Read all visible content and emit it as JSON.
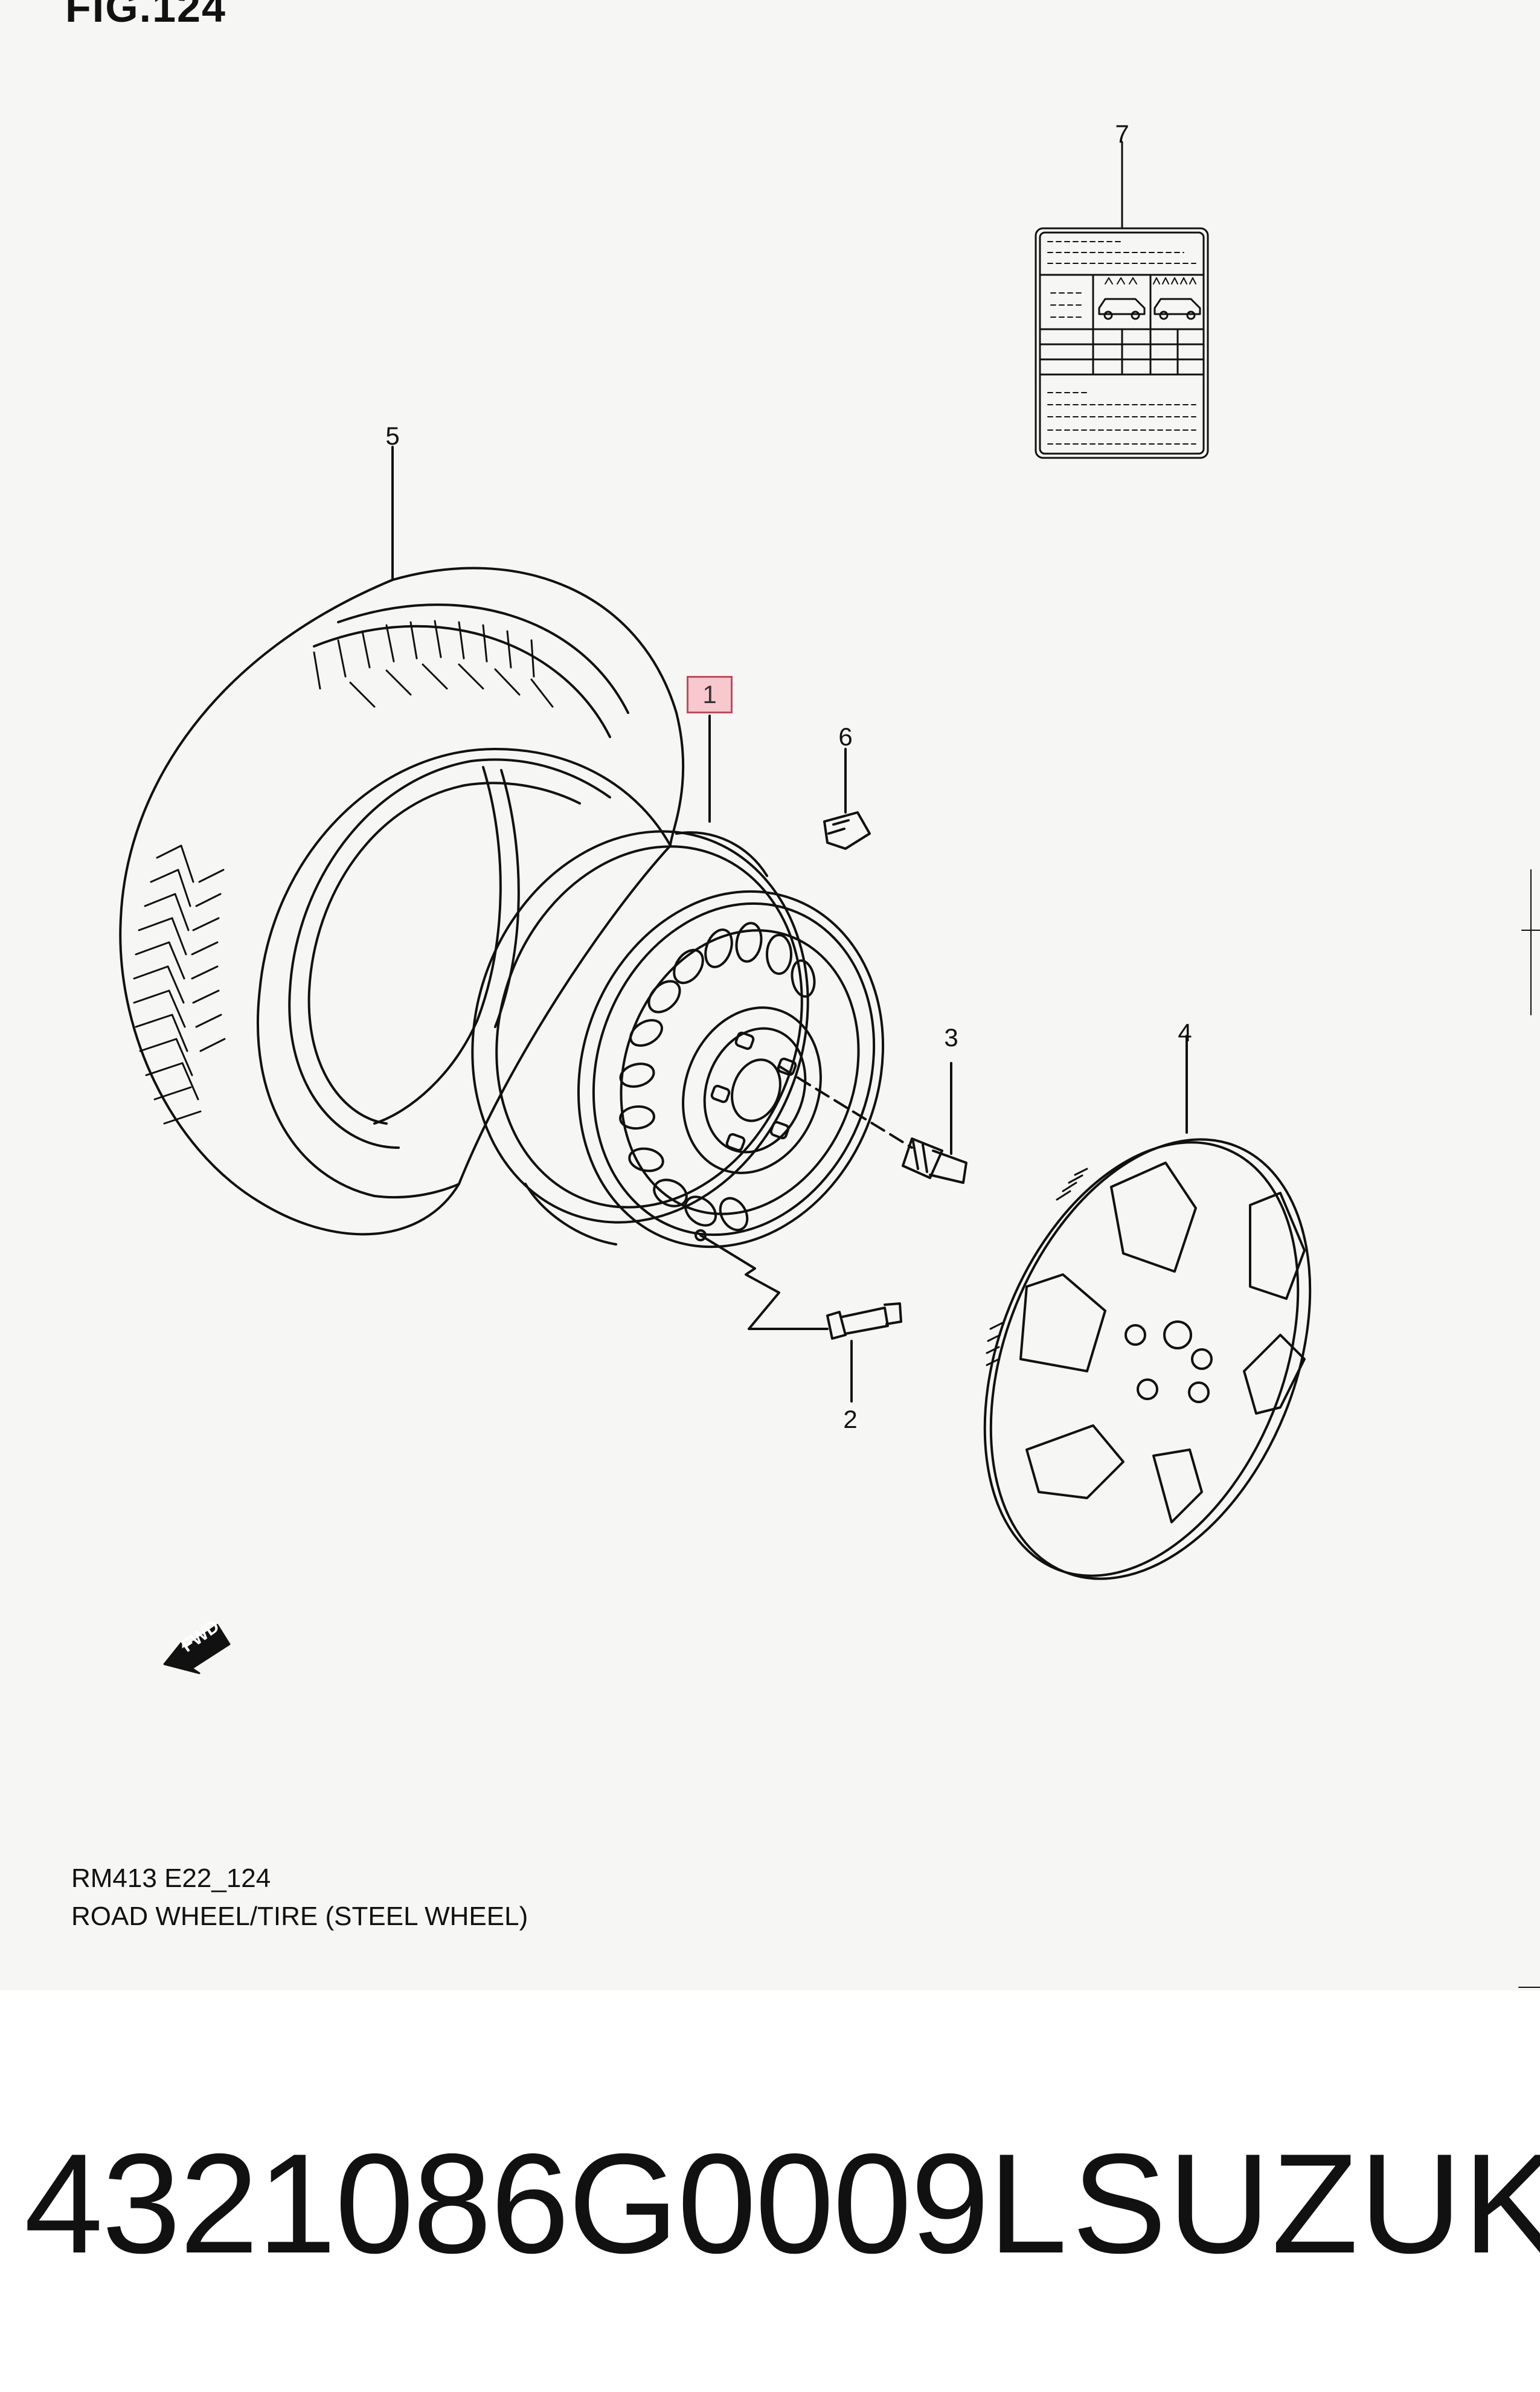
{
  "figure": {
    "label": "FIG.124"
  },
  "callouts": {
    "c1": "1",
    "c2": "2",
    "c3": "3",
    "c4": "4",
    "c5": "5",
    "c6": "6",
    "c7": "7"
  },
  "fwd_marker": {
    "text": "FWD"
  },
  "caption": {
    "code": "RM413 E22_124",
    "title": "ROAD WHEEL/TIRE (STEEL WHEEL)"
  },
  "footer": {
    "part_number": "4321086G0009L",
    "brand": "SUZUKI"
  },
  "colors": {
    "panel_bg": "#f6f6f4",
    "line": "#111111",
    "highlight_fill": "#f7c9cf",
    "highlight_border": "#c24a5a"
  }
}
